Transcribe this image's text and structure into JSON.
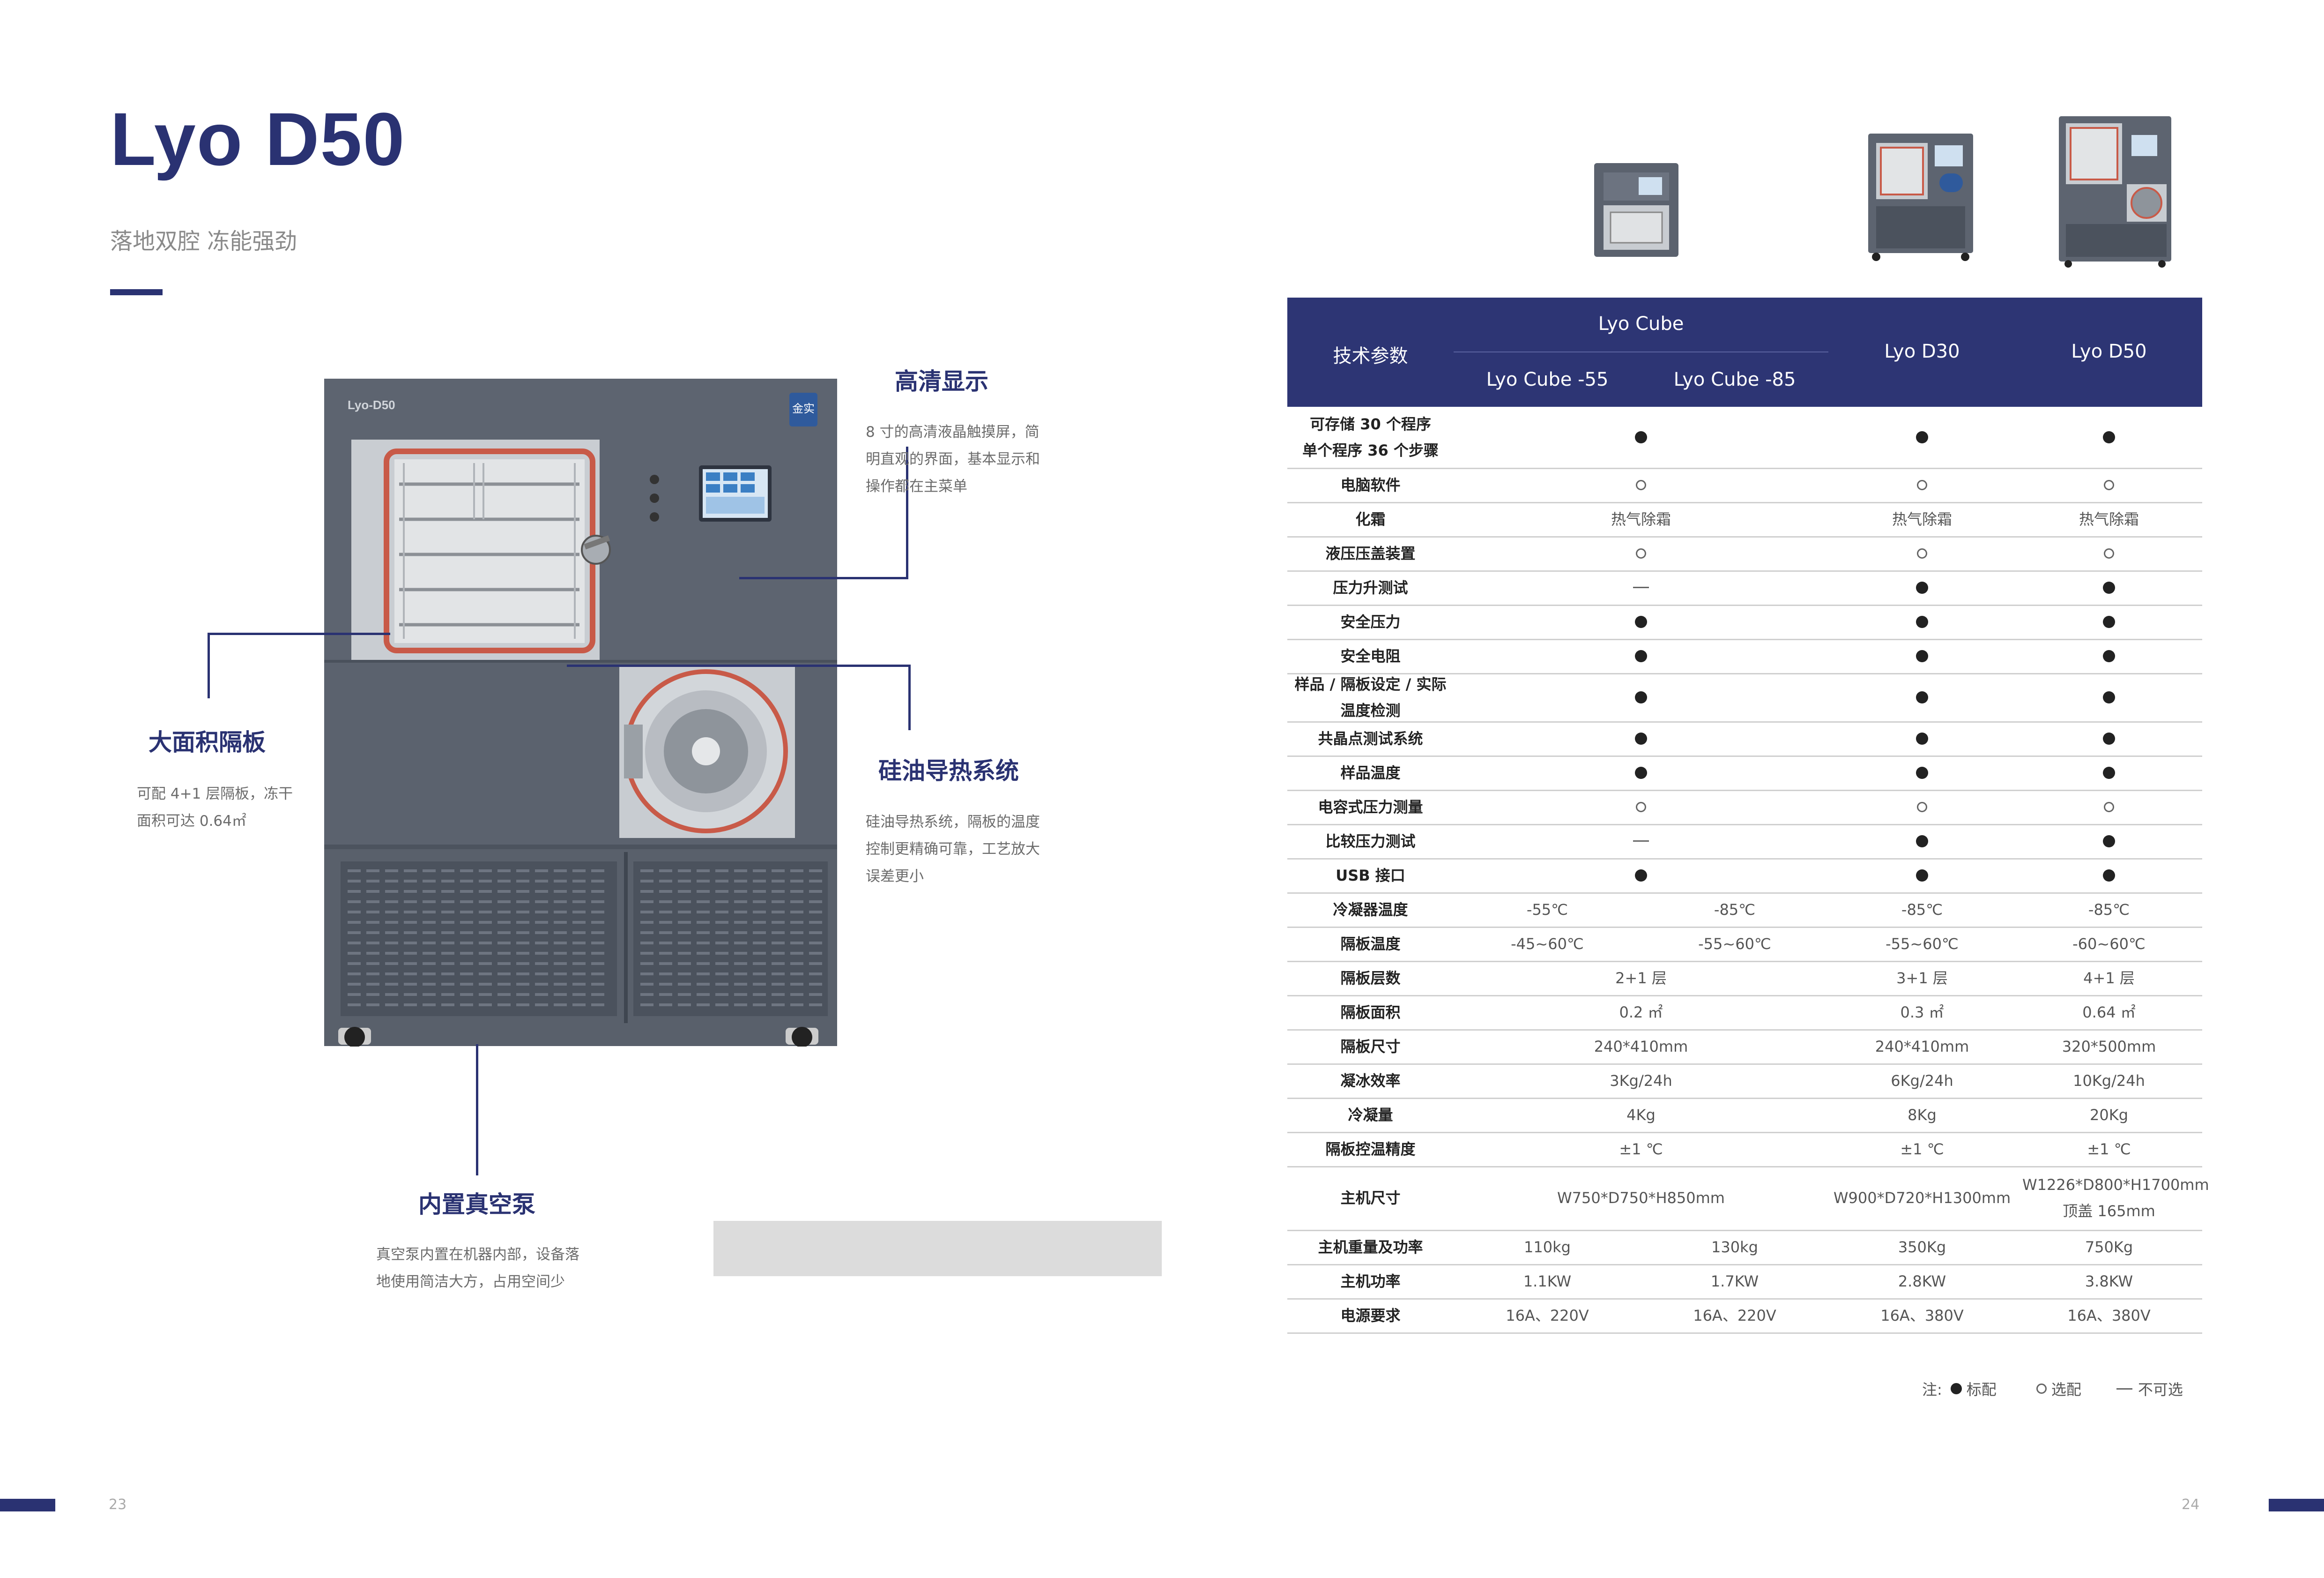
{
  "left_page": {
    "title": "Lyo D50",
    "subtitle": "落地双腔  冻能强劲",
    "page_number": "23",
    "machine": {
      "logo_text": "Lyo-D50",
      "badge_text": "金实"
    },
    "features": {
      "display": {
        "title": "高清显示",
        "text": "8 寸的高清液晶触摸屏，简明直观的界面，基本显示和操作都在主菜单"
      },
      "shelves": {
        "title": "大面积隔板",
        "text": "可配 4+1 层隔板，冻干面积可达 0.64㎡"
      },
      "silicone": {
        "title": "硅油导热系统",
        "text": "硅油导热系统，隔板的温度控制更精确可靠，工艺放大误差更小"
      },
      "vacuum": {
        "title": "内置真空泵",
        "text": "真空泵内置在机器内部，设备落地使用简洁大方，占用空间少"
      }
    }
  },
  "right_page": {
    "page_number": "24",
    "header": {
      "param": "技术参数",
      "group": "Lyo Cube",
      "cube55": "Lyo Cube -55",
      "cube85": "Lyo Cube -85",
      "d30": "Lyo D30",
      "d50": "Lyo D50"
    },
    "rows": [
      {
        "label": [
          "可存储 30 个程序",
          "单个程序 36 个步骤"
        ],
        "span": true,
        "cube": "std",
        "d30": "std",
        "d50": "std"
      },
      {
        "label": [
          "电脑软件"
        ],
        "span": true,
        "cube": "opt",
        "d30": "opt",
        "d50": "opt"
      },
      {
        "label": [
          "化霜"
        ],
        "span": true,
        "cube": "热气除霜",
        "d30": "热气除霜",
        "d50": "热气除霜"
      },
      {
        "label": [
          "液压压盖装置"
        ],
        "span": true,
        "cube": "opt",
        "d30": "opt",
        "d50": "opt"
      },
      {
        "label": [
          "压力升测试"
        ],
        "span": true,
        "cube": "na",
        "d30": "std",
        "d50": "std"
      },
      {
        "label": [
          "安全压力"
        ],
        "span": true,
        "cube": "std",
        "d30": "std",
        "d50": "std"
      },
      {
        "label": [
          "安全电阻"
        ],
        "span": true,
        "cube": "std",
        "d30": "std",
        "d50": "std"
      },
      {
        "label": [
          "样品 / 隔板设定 / 实际",
          "温度检测"
        ],
        "span": true,
        "cube": "std",
        "d30": "std",
        "d50": "std"
      },
      {
        "label": [
          "共晶点测试系统"
        ],
        "span": true,
        "cube": "std",
        "d30": "std",
        "d50": "std"
      },
      {
        "label": [
          "样品温度"
        ],
        "span": true,
        "cube": "std",
        "d30": "std",
        "d50": "std"
      },
      {
        "label": [
          "电容式压力测量"
        ],
        "span": true,
        "cube": "opt",
        "d30": "opt",
        "d50": "opt"
      },
      {
        "label": [
          "比较压力测试"
        ],
        "span": true,
        "cube": "na",
        "d30": "std",
        "d50": "std"
      },
      {
        "label": [
          "USB 接口"
        ],
        "span": true,
        "cube": "std",
        "d30": "std",
        "d50": "std"
      },
      {
        "label": [
          "冷凝器温度"
        ],
        "span": false,
        "c55": "-55℃",
        "c85": "-85℃",
        "d30": "-85℃",
        "d50": "-85℃"
      },
      {
        "label": [
          "隔板温度"
        ],
        "span": false,
        "c55": "-45~60℃",
        "c85": "-55~60℃",
        "d30": "-55~60℃",
        "d50": "-60~60℃"
      },
      {
        "label": [
          "隔板层数"
        ],
        "span": true,
        "cube": "2+1 层",
        "d30": "3+1 层",
        "d50": "4+1 层"
      },
      {
        "label": [
          "隔板面积"
        ],
        "span": true,
        "cube": "0.2 ㎡",
        "d30": "0.3 ㎡",
        "d50": "0.64 ㎡"
      },
      {
        "label": [
          "隔板尺寸"
        ],
        "span": true,
        "cube": "240*410mm",
        "d30": "240*410mm",
        "d50": "320*500mm"
      },
      {
        "label": [
          "凝冰效率"
        ],
        "span": true,
        "cube": "3Kg/24h",
        "d30": "6Kg/24h",
        "d50": "10Kg/24h"
      },
      {
        "label": [
          "冷凝量"
        ],
        "span": true,
        "cube": "4Kg",
        "d30": "8Kg",
        "d50": "20Kg"
      },
      {
        "label": [
          "隔板控温精度"
        ],
        "span": true,
        "cube": "±1 ℃",
        "d30": "±1 ℃",
        "d50": "±1 ℃"
      },
      {
        "label": [
          "主机尺寸"
        ],
        "span": true,
        "cube": "W750*D750*H850mm",
        "d30": "W900*D720*H1300mm",
        "d50": "W1226*D800*H1700mm 顶盖 165mm"
      },
      {
        "label": [
          "主机重量及功率"
        ],
        "span": false,
        "c55": "110kg",
        "c85": "130kg",
        "d30": "350Kg",
        "d50": "750Kg"
      },
      {
        "label": [
          "主机功率"
        ],
        "span": false,
        "c55": "1.1KW",
        "c85": "1.7KW",
        "d30": "2.8KW",
        "d50": "3.8KW"
      },
      {
        "label": [
          "电源要求"
        ],
        "span": false,
        "c55": "16A、220V",
        "c85": "16A、220V",
        "d30": "16A、380V",
        "d50": "16A、380V"
      }
    ],
    "legend": {
      "prefix": "注:",
      "std": "标配",
      "opt": "选配",
      "na": "不可选"
    }
  }
}
